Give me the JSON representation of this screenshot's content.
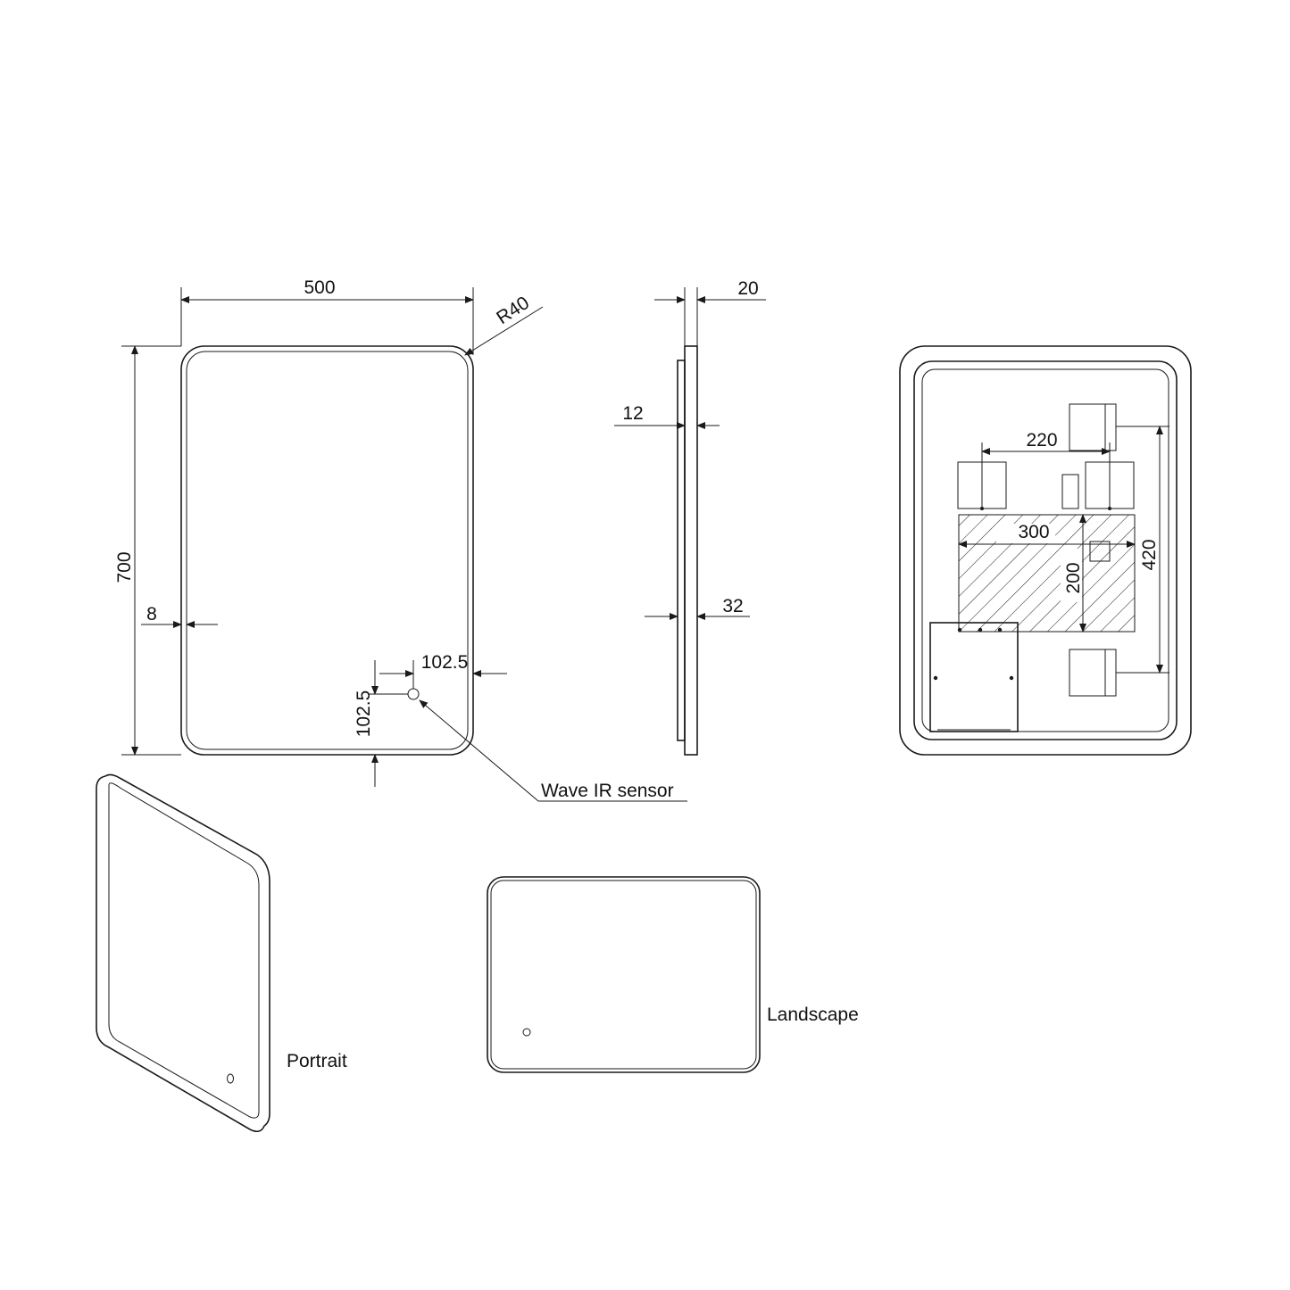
{
  "front_view": {
    "width": "500",
    "height": "700",
    "radius": "R40",
    "frame": "8",
    "sensor_offset_x": "102.5",
    "sensor_offset_y": "102.5",
    "sensor_label": "Wave IR sensor"
  },
  "side_view": {
    "depth_total": "20",
    "depth_mirror": "12",
    "depth_back": "32"
  },
  "back_view": {
    "bracket_spacing": "220",
    "plate_width": "300",
    "plate_height": "200",
    "vertical_spacing": "420"
  },
  "orientations": {
    "portrait": "Portrait",
    "landscape": "Landscape"
  }
}
